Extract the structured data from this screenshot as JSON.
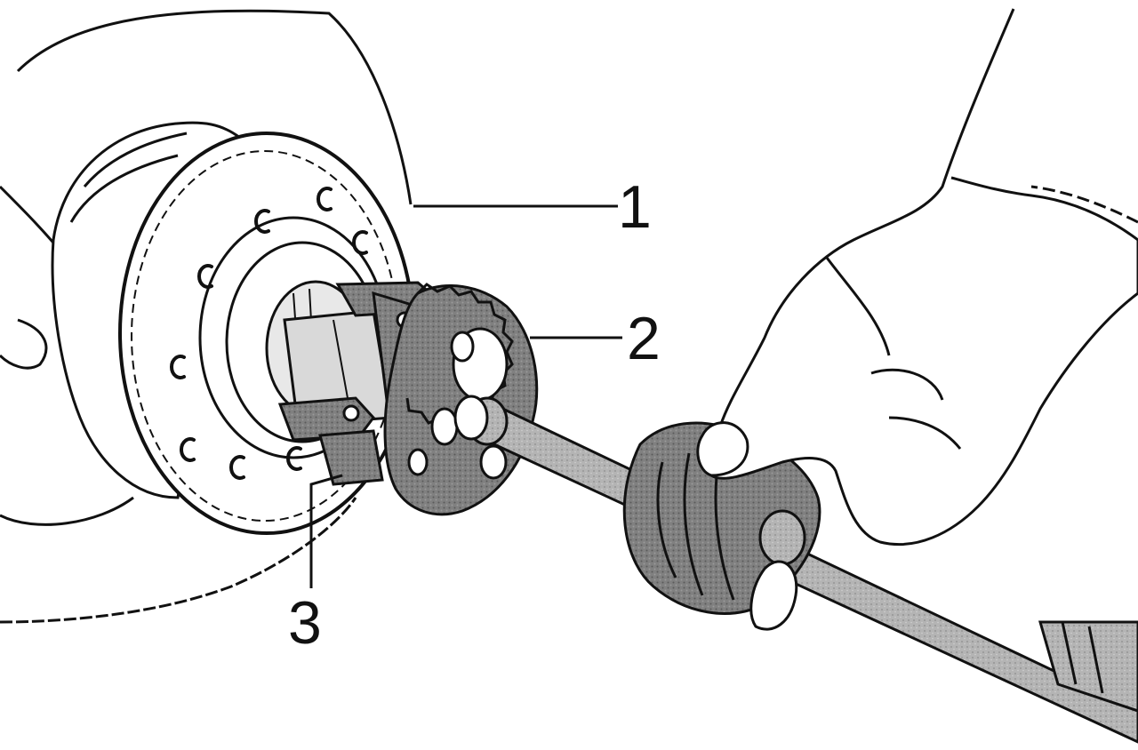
{
  "callouts": {
    "hub_flange": "1",
    "puller_jaws": "2",
    "bearing": "3"
  },
  "colors": {
    "ink": "#111111",
    "tool_fill": "#7e7e7e",
    "rod_fill": "#b2b2b2",
    "background": "#ffffff"
  },
  "bolt_hole_glyph": "c"
}
